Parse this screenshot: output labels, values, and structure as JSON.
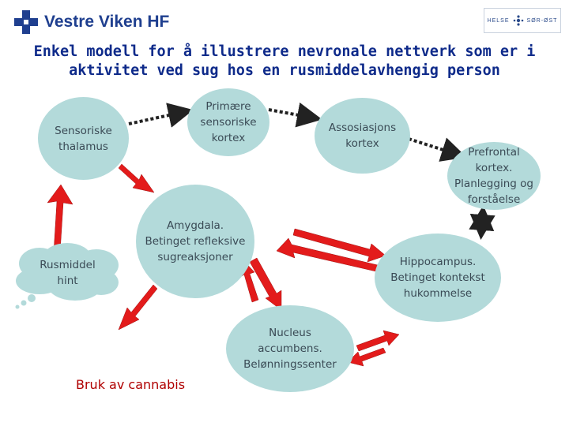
{
  "header": {
    "left_logo_text": "Vestre Viken HF",
    "right_logo_text_left": "HELSE",
    "right_logo_text_right": "SØR-ØST"
  },
  "title": "Enkel modell for å illustrere nevronale nettverk som er i\naktivitet ved sug hos en rusmiddelavhengig person",
  "nodes": {
    "sensoriske_thalamus": "Sensoriske\nthalamus",
    "primaere_kortex": "Primære\nsensoriske\nkortex",
    "assosiasjons_kortex": "Assosiasjons\nkortex",
    "prefrontal_kortex": "Prefrontal\nkortex.\nPlanlegging og\nforståelse",
    "amygdala": "Amygdala.\nBetinget refleksive\nsugreaksjoner",
    "hippocampus": "Hippocampus.\nBetinget kontekst\nhukommelse",
    "nucleus_accumbens": "Nucleus\naccumbens.\nBelønningssenter",
    "rusmiddel_hint": "Rusmiddel\nhint"
  },
  "outcome": "Bruk av cannabis",
  "colors": {
    "title": "#0e2a8a",
    "node_fill": "#b3dada",
    "arrow_red": "#e31b1b",
    "arrow_dark": "#222222",
    "outcome_text": "#b00000",
    "logo_blue": "#1f3f8f"
  }
}
